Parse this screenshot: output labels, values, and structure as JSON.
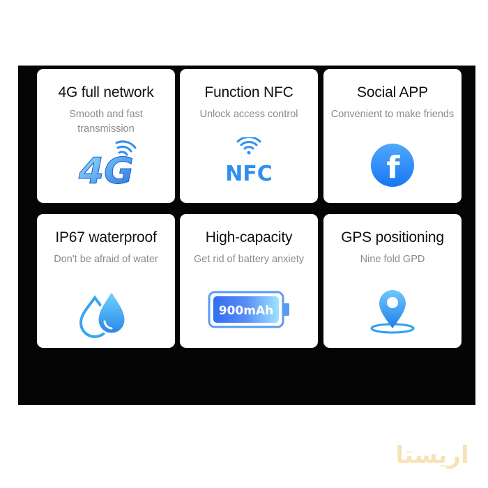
{
  "features": [
    {
      "title": "4G full network",
      "subtitle": "Smooth and fast transmission",
      "icon": "4g-signal-icon",
      "icon_text": "4G"
    },
    {
      "title": "Function NFC",
      "subtitle": "Unlock access control",
      "icon": "nfc-icon",
      "icon_text": "NFC"
    },
    {
      "title": "Social APP",
      "subtitle": "Convenient to make friends",
      "icon": "facebook-icon",
      "icon_text": "f"
    },
    {
      "title": "IP67 waterproof",
      "subtitle": "Don't be afraid of water",
      "icon": "water-drops-icon"
    },
    {
      "title": "High-capacity",
      "subtitle": "Get rid of battery anxiety",
      "icon": "battery-icon",
      "icon_text": "900mAh"
    },
    {
      "title": "GPS positioning",
      "subtitle": "Nine fold GPD",
      "icon": "location-pin-icon"
    }
  ],
  "watermark": {
    "text": "اریستا"
  },
  "colors": {
    "background": "#050505",
    "card": "#ffffff",
    "accent_blue": "#2f8ff0",
    "cyan": "#38c8f0"
  }
}
